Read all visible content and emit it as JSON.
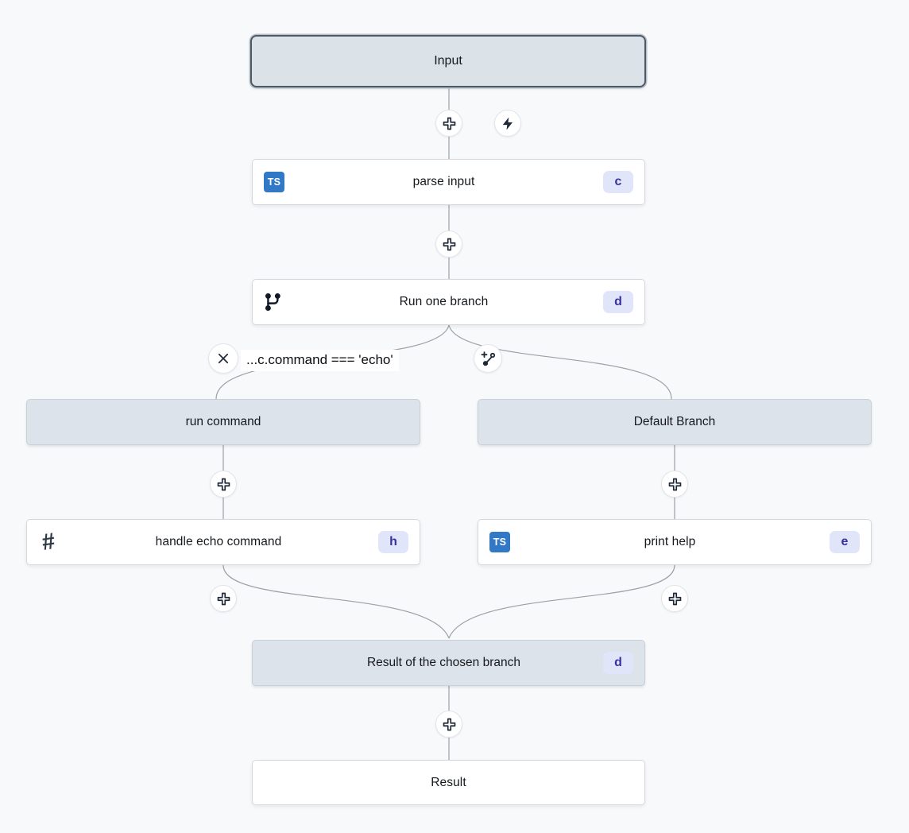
{
  "colors": {
    "background": "#f8f9fb",
    "edge": "#9aa1a8",
    "node_background": "#ffffff",
    "branch_box_background": "#dde3ea",
    "input_border": "#4e5a66",
    "badge_background": "#e0e5fa",
    "badge_text": "#37329e",
    "typescript_blue": "#3178c6"
  },
  "flow": {
    "input": {
      "label": "Input"
    },
    "steps": {
      "parse_input": {
        "label": "parse input",
        "badge": "c",
        "icon": "typescript-icon",
        "icon_text": "TS"
      },
      "run_one_branch": {
        "label": "Run one branch",
        "badge": "d",
        "icon": "git-branch-icon"
      },
      "handle_echo_command": {
        "label": "handle echo command",
        "badge": "h",
        "icon": "hash-icon",
        "icon_text": "#"
      },
      "print_help": {
        "label": "print help",
        "badge": "e",
        "icon": "typescript-icon",
        "icon_text": "TS"
      },
      "result_of_chosen_branch": {
        "label": "Result of the chosen branch",
        "badge": "d"
      }
    },
    "branches": {
      "condition_label": "...c.command === 'echo'",
      "run_command": {
        "label": "run command"
      },
      "default_branch": {
        "label": "Default Branch"
      }
    },
    "result": {
      "label": "Result"
    }
  }
}
